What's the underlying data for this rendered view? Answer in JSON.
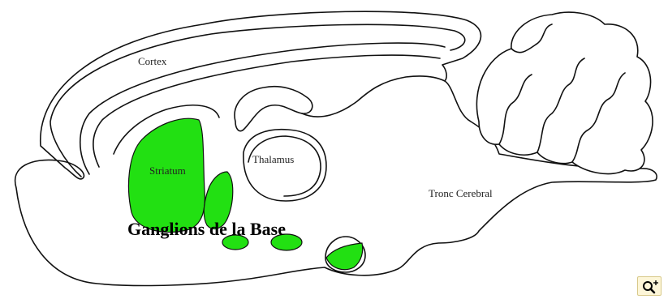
{
  "labels": {
    "cortex": "Cortex",
    "striatum": "Striatum",
    "thalamus": "Thalamus",
    "tronc": "Tronc Cerebral",
    "ganglions": "Ganglions de la Base"
  },
  "colors": {
    "basal_ganglia": "#22e012",
    "outline": "#111111",
    "zoom_button_bg": "#fdf6d8"
  },
  "icons": {
    "zoom": "zoom-in-icon"
  }
}
